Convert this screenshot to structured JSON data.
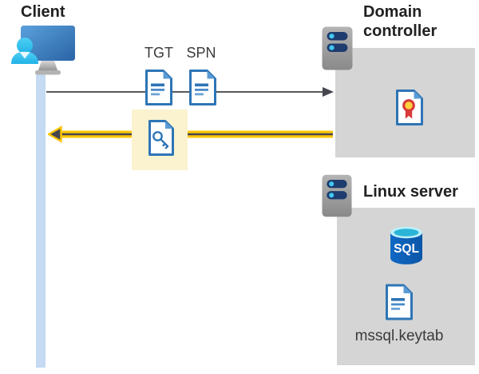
{
  "colors": {
    "arrow_yellow": "#FDC608",
    "arrow_dark": "#46464E",
    "arrow_gray": "#58595B",
    "box_gray": "#D5D5D5",
    "highlight_yellow": "#FBF3CF",
    "timeline_blue": "#C5DAF3",
    "doc_blue": "#2E75B6"
  },
  "client": {
    "label": "Client"
  },
  "flow": {
    "tgt_label": "TGT",
    "spn_label": "SPN",
    "request_arrow": "client-to-domain-controller",
    "response_arrow": "domain-controller-to-client"
  },
  "domain_controller": {
    "label": "Domain controller"
  },
  "linux_server": {
    "label": "Linux server",
    "sql_badge": "SQL",
    "keytab_filename": "mssql.keytab"
  },
  "icons": {
    "client": "workstation-user-icon",
    "domain_controller": "server-icon",
    "linux_server": "server-icon",
    "certificate": "certificate-icon",
    "sql": "sql-database-icon",
    "tgt": "document-icon",
    "spn": "document-icon",
    "ticket": "key-document-icon",
    "keytab": "document-icon"
  }
}
